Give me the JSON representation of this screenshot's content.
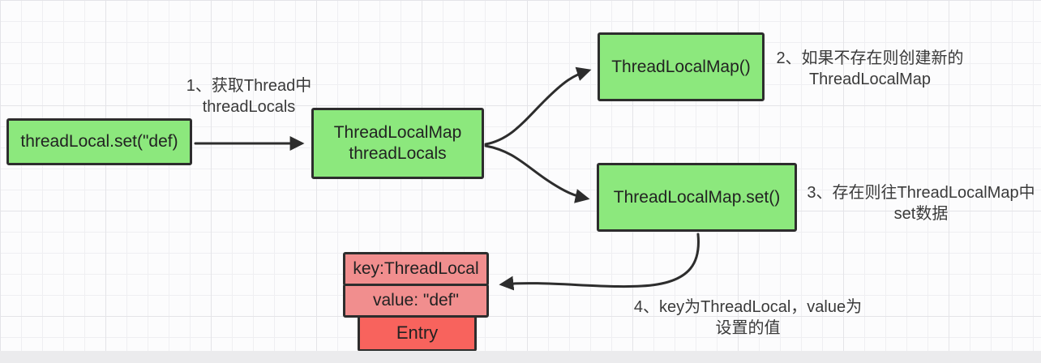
{
  "colors": {
    "node_green": "#8ce87d",
    "node_pink": "#f18e8e",
    "node_red": "#f8635d",
    "border": "#2d2d2d",
    "arrow": "#2d2d2d",
    "annotation_text": "#3a3a3a"
  },
  "nodes": {
    "start": {
      "label": "threadLocal.set(\"def)"
    },
    "thread_locals": {
      "line1": "ThreadLocalMap",
      "line2": "threadLocals"
    },
    "create_map": {
      "label": "ThreadLocalMap()"
    },
    "map_set": {
      "label": "ThreadLocalMap.set()"
    },
    "entry_key": {
      "label": "key:ThreadLocal"
    },
    "entry_value": {
      "label": "value: \"def\""
    },
    "entry": {
      "label": "Entry"
    }
  },
  "annotations": {
    "step1": {
      "line1": "1、获取Thread中",
      "line2": "threadLocals"
    },
    "step2": {
      "line1": "2、如果不存在则创建新的",
      "line2": "ThreadLocalMap"
    },
    "step3": {
      "line1": "3、存在则往ThreadLocalMap中",
      "line2": "set数据"
    },
    "step4": {
      "line1": "4、key为ThreadLocal，value为",
      "line2": "设置的值"
    }
  }
}
